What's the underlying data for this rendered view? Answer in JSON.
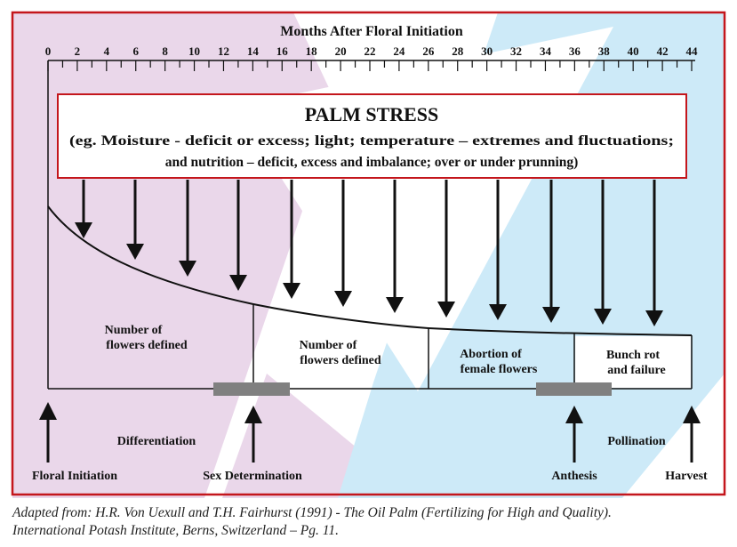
{
  "axis": {
    "title": "Months After Floral Initiation",
    "ticks": [
      "0",
      "2",
      "4",
      "6",
      "8",
      "10",
      "12",
      "14",
      "16",
      "18",
      "20",
      "22",
      "24",
      "26",
      "28",
      "30",
      "32",
      "34",
      "36",
      "38",
      "40",
      "42",
      "44"
    ]
  },
  "stress_box": {
    "title": "PALM  STRESS",
    "line1": "(eg. Moisture - deficit or excess; light; temperature – extremes and fluctuations;",
    "line2": "and nutrition – deficit, excess and imbalance; over or under prunning)"
  },
  "stages": [
    {
      "line1": "Number of",
      "line2": "flowers defined"
    },
    {
      "line1": "Number of",
      "line2": "flowers defined"
    },
    {
      "line1": "Abortion of",
      "line2": "female flowers"
    },
    {
      "line1": "Bunch rot",
      "line2": "and failure"
    }
  ],
  "events": {
    "floral_initiation": "Floral Initiation",
    "differentiation": "Differentiation",
    "sex_determination": "Sex Determination",
    "anthesis": "Anthesis",
    "pollination": "Pollination",
    "harvest": "Harvest"
  },
  "caption": {
    "line1": "Adapted from: H.R. Von Uexull and T.H. Fairhurst (1991) - The Oil Palm (Fertilizing for High and Quality).",
    "line2": "International Potash Institute, Berns, Switzerland – Pg. 11."
  },
  "colors": {
    "frame": "#c4161c",
    "lilac": "#ead7ea",
    "sky": "#cdeaf8",
    "bar": "#808080",
    "ink": "#111111"
  }
}
